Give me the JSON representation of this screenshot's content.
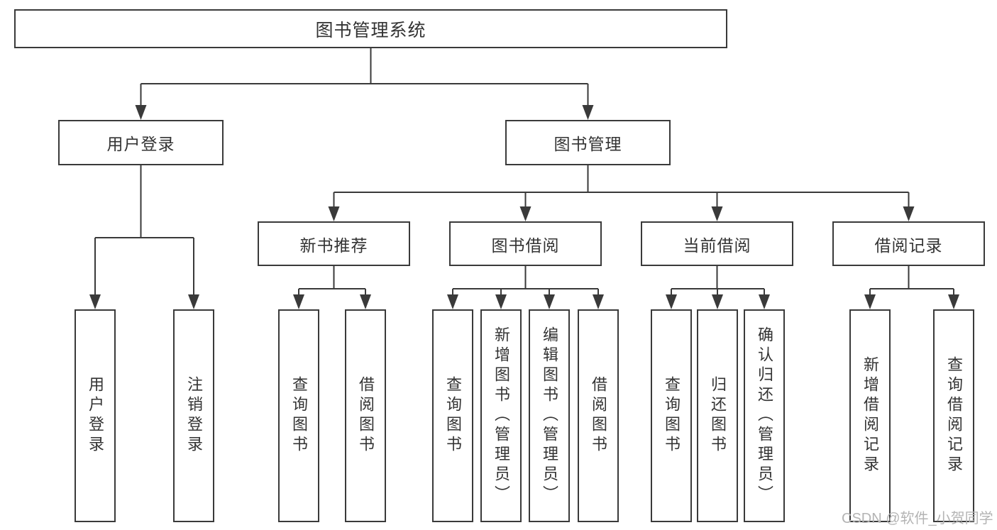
{
  "colors": {
    "line": "#3a3a3a",
    "border": "#3a3a3a",
    "text": "#333333",
    "watermark": "#b4b4b4",
    "background": "#ffffff"
  },
  "watermark": "CSDN @软件_小贺同学",
  "tree": {
    "root": "图书管理系统",
    "l2": [
      "用户登录",
      "图书管理"
    ],
    "l3": [
      "新书推荐",
      "图书借阅",
      "当前借阅",
      "借阅记录"
    ],
    "l4": {
      "login": [
        "用户登录",
        "注销登录"
      ],
      "recommend": [
        "查询图书",
        "借阅图书"
      ],
      "borrow": [
        "查询图书",
        "新增图书（管理员）",
        "编辑图书（管理员）",
        "借阅图书"
      ],
      "current": [
        "查询图书",
        "归还图书",
        "确认归还（管理员）"
      ],
      "records": [
        "新增借阅记录",
        "查询借阅记录"
      ]
    }
  }
}
